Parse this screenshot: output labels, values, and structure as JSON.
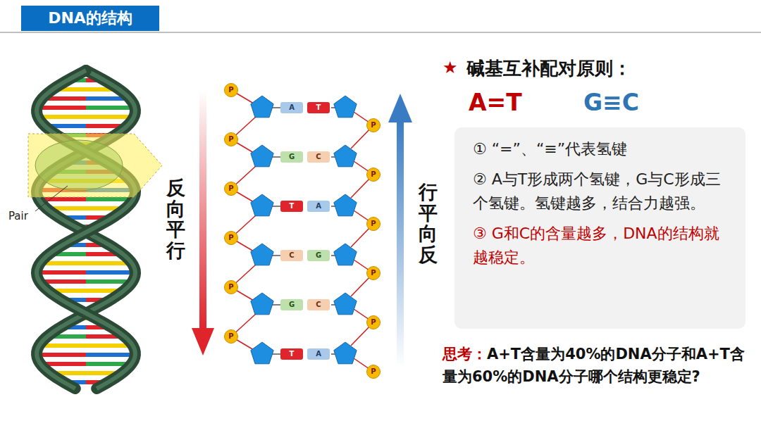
{
  "diagram": {
    "title": "DNA的结构",
    "nodes": [
      {
        "text": [
          "P"
        ]
      },
      {
        "text": [
          "A"
        ]
      },
      {
        "text": [
          "T"
        ]
      },
      {
        "text": [
          "P"
        ]
      },
      {
        "text": [
          "P"
        ]
      },
      {
        "text": [
          "G"
        ]
      },
      {
        "text": [
          "C"
        ]
      },
      {
        "text": [
          "P"
        ]
      },
      {
        "text": [
          "P"
        ]
      },
      {
        "text": [
          "T"
        ]
      },
      {
        "text": [
          "A"
        ]
      },
      {
        "text": [
          "P"
        ]
      },
      {
        "text": [
          "P"
        ]
      },
      {
        "text": [
          "C"
        ]
      },
      {
        "text": [
          "G"
        ]
      },
      {
        "text": [
          "P"
        ]
      },
      {
        "text": [
          "P"
        ]
      },
      {
        "text": [
          "G"
        ]
      },
      {
        "text": [
          "C"
        ]
      },
      {
        "text": [
          "P"
        ]
      },
      {
        "text": [
          "P"
        ]
      },
      {
        "text": [
          "T"
        ]
      },
      {
        "text": [
          "A"
        ]
      },
      {
        "text": [
          "P"
        ]
      },
      {
        "text": [
          "① “=”、“≡”代表氢键",
          "② A与T形成两个氢键，G与C形成三个氢键。氢键越多，结合力越强。",
          "③ G和C的含量越多，DNA的结构就越稳定。"
        ]
      }
    ],
    "labels": [
      "Pair",
      "反向平行",
      "行平向反",
      "★",
      "碱基互补配对原则：",
      "A=T",
      "G≡C",
      "思考：",
      "A+T含量为40%的DNA分子和A+T含量为60%的DNA分子哪个结构更稳定?"
    ]
  }
}
